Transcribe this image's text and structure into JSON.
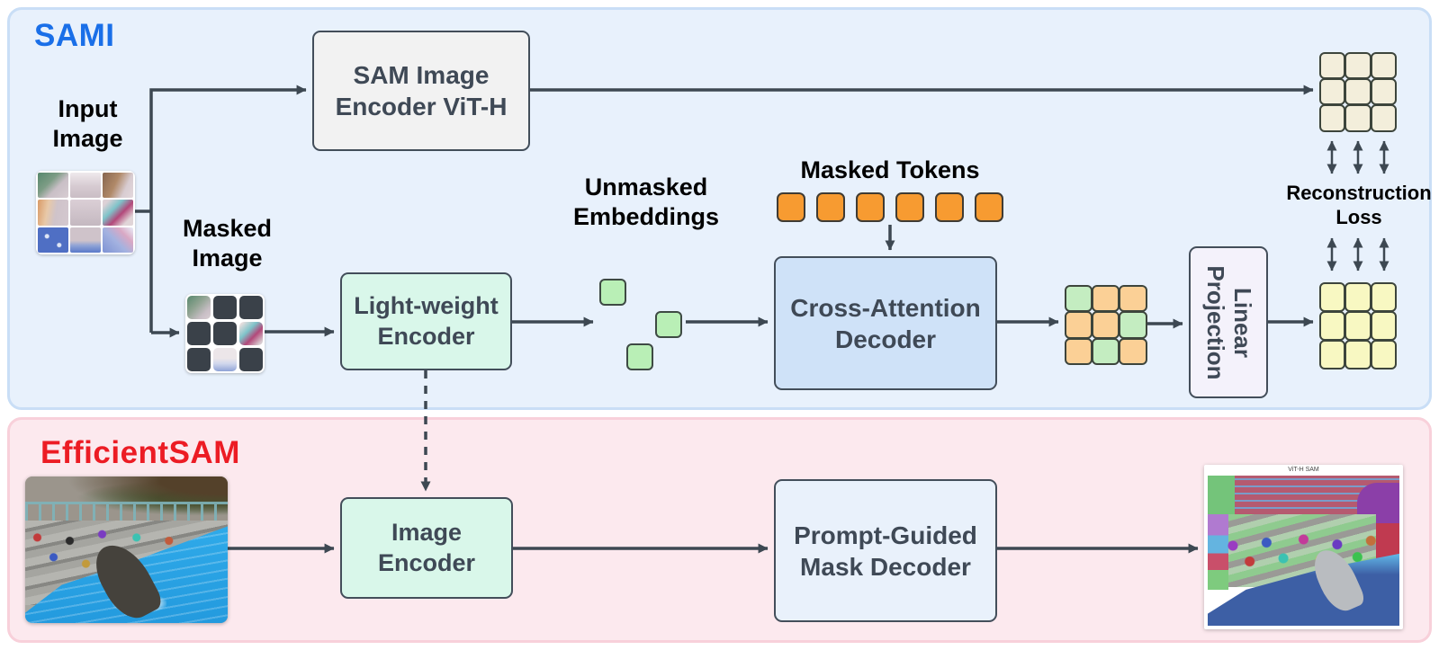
{
  "sami": {
    "title": "SAMI",
    "input_image_label": "Input\nImage",
    "masked_image_label": "Masked\nImage",
    "sam_encoder_box": "SAM Image\nEncoder ViT-H",
    "lightweight_encoder_box": "Light-weight\nEncoder",
    "unmasked_embeddings_label": "Unmasked\nEmbeddings",
    "masked_tokens_label": "Masked Tokens",
    "cross_attention_decoder_box": "Cross-Attention\nDecoder",
    "linear_projection_box": "Linear\nProjection",
    "reconstruction_loss_label": "Reconstruction\nLoss",
    "masked_tokens_count": 6,
    "unmasked_embeddings_count": 3
  },
  "efficientsam": {
    "title": "EfficientSAM",
    "image_encoder_box": "Image\nEncoder",
    "mask_decoder_box": "Prompt-Guided\nMask Decoder",
    "output_image_caption": "ViT-H SAM"
  },
  "grids": {
    "masked_image_pattern": [
      "img-tl",
      "mask",
      "mask",
      "mask",
      "mask",
      "img-mr",
      "mask",
      "img-bc",
      "mask"
    ],
    "decoder_output_pattern": [
      "green",
      "orange",
      "orange",
      "orange",
      "orange",
      "green",
      "orange",
      "green",
      "orange"
    ]
  },
  "colors": {
    "sami_panel_bg": "#e8f1fc",
    "sami_panel_border": "#c9def6",
    "sami_title": "#1a6fe8",
    "efficientsam_panel_bg": "#fce9ee",
    "efficientsam_panel_border": "#f8d0da",
    "efficientsam_title": "#ec1c24",
    "arrow": "#3d4852",
    "sam_encoder_box_bg": "#f2f2f2",
    "mint_box_bg": "#d9f7ea",
    "cross_attention_box_bg": "#cfe2f8",
    "linear_projection_box_bg": "#f4f2fb",
    "mask_decoder_box_bg": "#e9f1fb",
    "masked_token_orange": "#f79b31",
    "unmasked_token_green": "#b9efb6",
    "grid_cell_orange": "#fbd096",
    "grid_cell_green": "#c4edc1",
    "reconstructed_cell_yellow": "#f8f8c2",
    "target_cell_cream": "#f3eedb",
    "masked_patch_dark": "#3a4149",
    "box_text": "#3f4956"
  }
}
